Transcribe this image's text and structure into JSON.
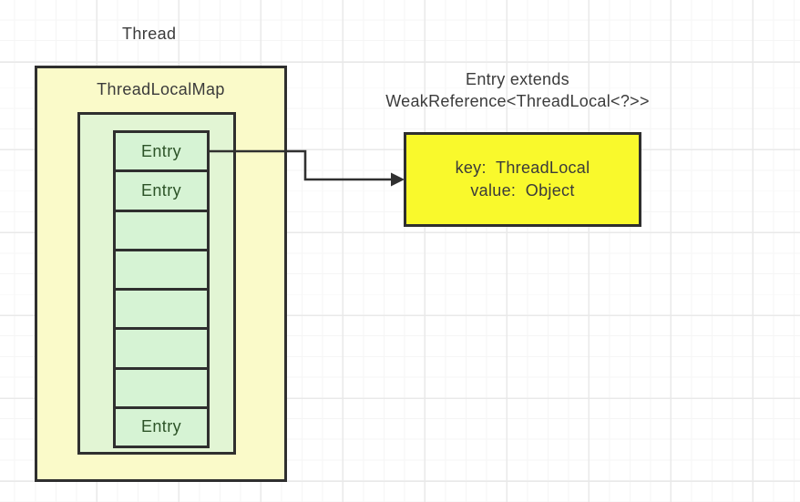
{
  "thread": {
    "title": "Thread",
    "map_label": "ThreadLocalMap"
  },
  "entry_array": {
    "cells": [
      "Entry",
      "Entry",
      "",
      "",
      "",
      "",
      "",
      "Entry"
    ]
  },
  "annotation": {
    "line1": "Entry extends",
    "line2": "WeakReference<ThreadLocal<?>>"
  },
  "entry_detail": {
    "key_line": "key:  ThreadLocal",
    "value_line": "value:  Object"
  },
  "colors": {
    "outer_box_fill": "#fafac9",
    "inner_box_fill": "#e2f5d4",
    "cell_fill": "#d6f3d4",
    "highlight_box_fill": "#f9f92c",
    "border": "#2f2f2f",
    "text": "#3a3a3a",
    "entry_text": "#2c5327",
    "grid_minor": "#f5f5f5",
    "grid_major": "#e9e9e9",
    "arrow": "#303030"
  }
}
